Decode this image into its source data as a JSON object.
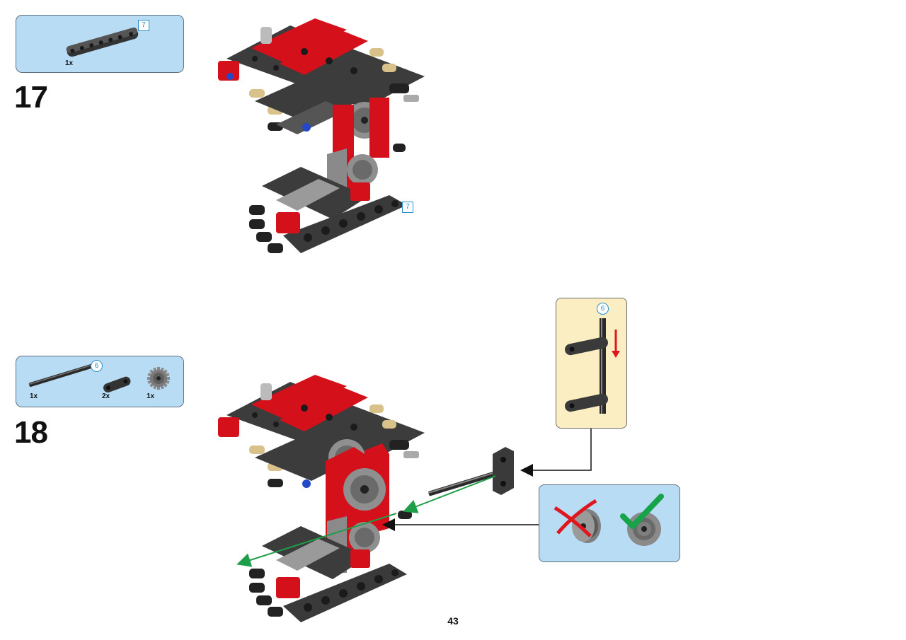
{
  "page_number": "43",
  "steps": [
    {
      "number": "17",
      "parts": [
        {
          "name": "black-liftarm-7",
          "qty": "1x",
          "length": "7"
        }
      ],
      "model_length_label": "7"
    },
    {
      "number": "18",
      "parts": [
        {
          "name": "black-axle-6",
          "qty": "1x",
          "length": "6"
        },
        {
          "name": "black-liftarm-thin",
          "qty": "2x"
        },
        {
          "name": "gray-gear-16-tooth",
          "qty": "1x"
        }
      ],
      "callout_axle_length": "6"
    }
  ],
  "colors": {
    "parts_box": "#b9dcf5",
    "callout_yellow": "#fbeec3",
    "red_part": "#d4101b",
    "dark_part": "#3c3c3c",
    "green_arrow": "#1f9e4a",
    "wrong_mark": "#e0161f",
    "right_mark": "#16a34a"
  }
}
